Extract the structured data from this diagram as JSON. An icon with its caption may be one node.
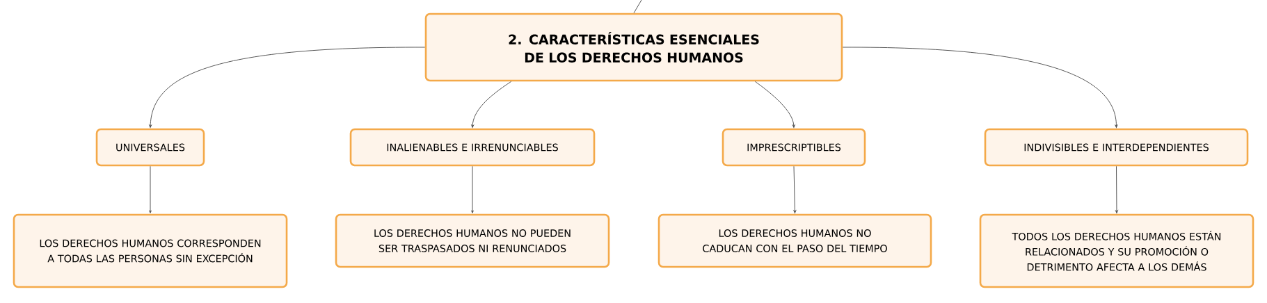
{
  "diagram": {
    "nodes": [
      {
        "text": [
          "2. CARACTERÍSTICAS ESENCIALES DE LOS DERECHOS HUMANOS"
        ]
      },
      {
        "text": [
          "UNIVERSALES"
        ]
      },
      {
        "text": [
          "INALIENABLES E IRRENUNCIABLES"
        ]
      },
      {
        "text": [
          "IMPRESCRIPTIBLES"
        ]
      },
      {
        "text": [
          "INDIVISIBLES E INTERDEPENDIENTES"
        ]
      },
      {
        "text": [
          "LOS DERECHOS HUMANOS CORRESPONDEN A TODAS LAS PERSONAS SIN EXCEPCIÓN"
        ]
      },
      {
        "text": [
          "LOS DERECHOS HUMANOS NO PUEDEN SER TRASPASADOS NI RENUNCIADOS"
        ]
      },
      {
        "text": [
          "LOS DERECHOS HUMANOS NO CADUCAN CON EL PASO DEL TIEMPO"
        ]
      },
      {
        "text": [
          "TODOS LOS DERECHOS HUMANOS ESTÁN RELACIONADOS Y SU PROMOCIÓN O DETRIMENTO AFECTA A LOS DEMÁS"
        ]
      }
    ],
    "edges": [
      {
        "from": null,
        "to": 0,
        "arrow": "none"
      },
      {
        "from": 0,
        "to": 1,
        "arrow": "to"
      },
      {
        "from": 0,
        "to": 2,
        "arrow": "to"
      },
      {
        "from": 0,
        "to": 3,
        "arrow": "to"
      },
      {
        "from": 0,
        "to": 4,
        "arrow": "to"
      },
      {
        "from": 1,
        "to": 5,
        "arrow": "to"
      },
      {
        "from": 2,
        "to": 6,
        "arrow": "to"
      },
      {
        "from": 3,
        "to": 7,
        "arrow": "to"
      },
      {
        "from": 4,
        "to": 8,
        "arrow": "to"
      }
    ]
  }
}
